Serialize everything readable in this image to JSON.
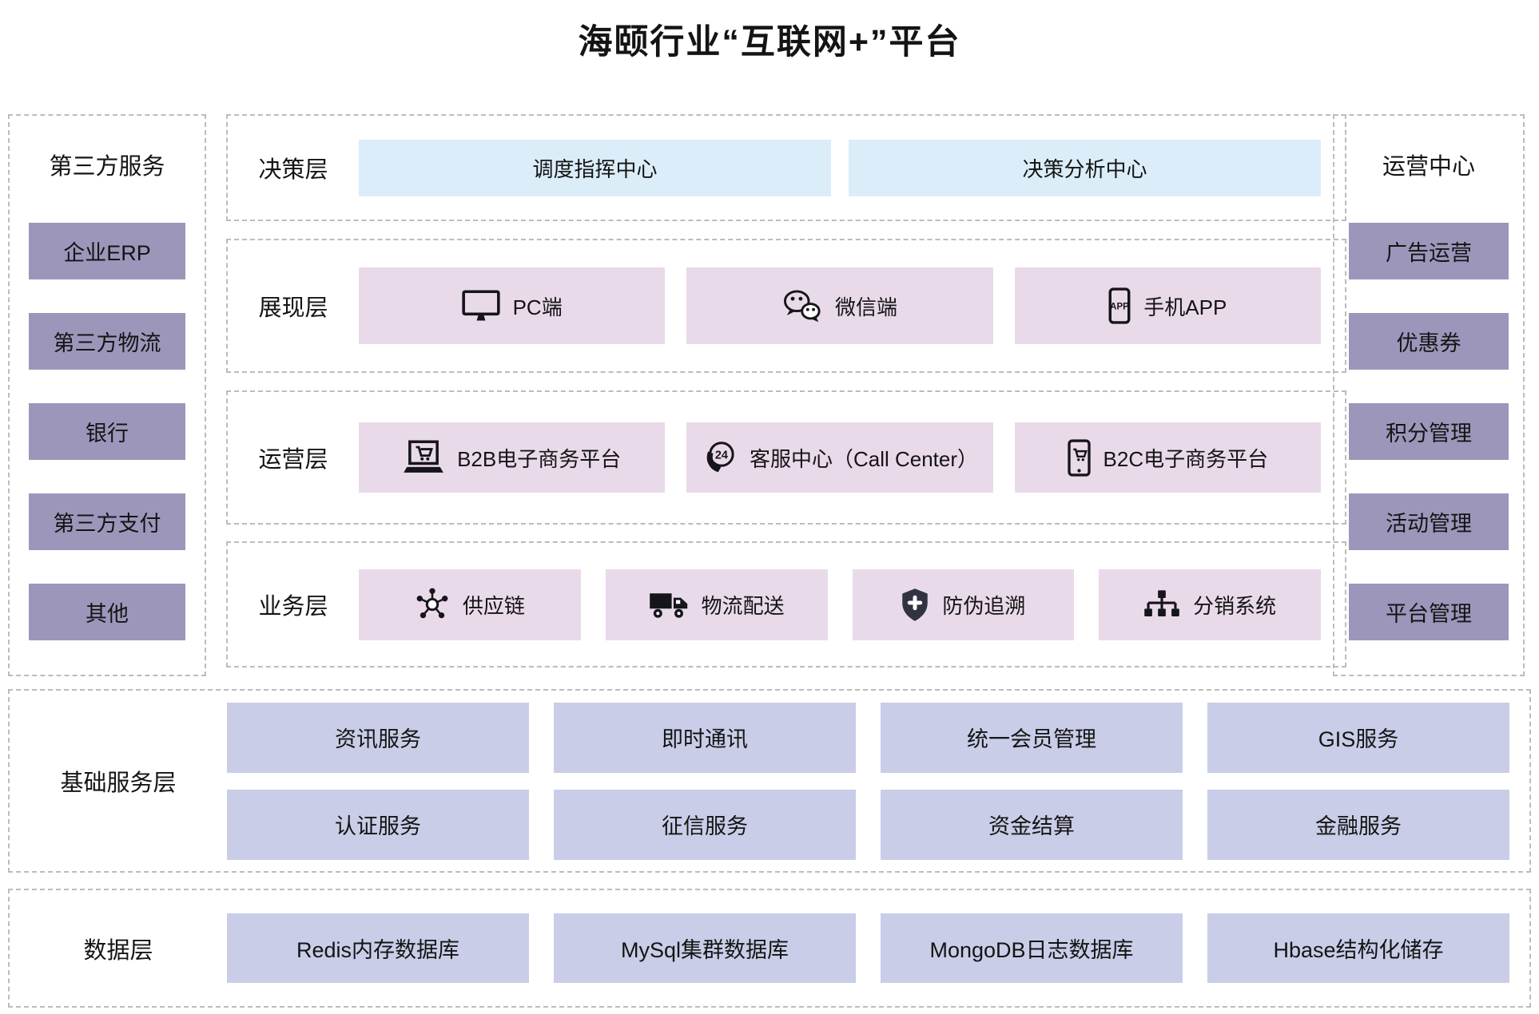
{
  "title": "海颐行业“互联网+”平台",
  "left_sidebar": {
    "title": "第三方服务",
    "items": [
      {
        "label": "企业ERP"
      },
      {
        "label": "第三方物流"
      },
      {
        "label": "银行"
      },
      {
        "label": "第三方支付"
      },
      {
        "label": "其他"
      }
    ]
  },
  "right_sidebar": {
    "title": "运营中心",
    "items": [
      {
        "label": "广告运营"
      },
      {
        "label": "优惠券"
      },
      {
        "label": "积分管理"
      },
      {
        "label": "活动管理"
      },
      {
        "label": "平台管理"
      }
    ]
  },
  "layers": {
    "decision": {
      "label": "决策层",
      "items": [
        {
          "label": "调度指挥中心"
        },
        {
          "label": "决策分析中心"
        }
      ]
    },
    "presentation": {
      "label": "展现层",
      "items": [
        {
          "label": "PC端",
          "icon": "monitor-icon"
        },
        {
          "label": "微信端",
          "icon": "wechat-icon"
        },
        {
          "label": "手机APP",
          "icon": "mobile-app-icon"
        }
      ]
    },
    "operation": {
      "label": "运营层",
      "items": [
        {
          "label": "B2B电子商务平台",
          "icon": "laptop-cart-icon"
        },
        {
          "label": "客服中心（Call Center）",
          "icon": "callcenter-24-icon"
        },
        {
          "label": "B2C电子商务平台",
          "icon": "phone-cart-icon"
        }
      ]
    },
    "business": {
      "label": "业务层",
      "items": [
        {
          "label": "供应链",
          "icon": "supply-chain-icon"
        },
        {
          "label": "物流配送",
          "icon": "delivery-truck-icon"
        },
        {
          "label": "防伪追溯",
          "icon": "anti-counterfeit-shield-icon"
        },
        {
          "label": "分销系统",
          "icon": "distribution-tree-icon"
        }
      ]
    }
  },
  "base_services": {
    "label": "基础服务层",
    "rows": [
      {
        "cells": [
          {
            "label": "资讯服务"
          },
          {
            "label": "即时通讯"
          },
          {
            "label": "统一会员管理"
          },
          {
            "label": "GIS服务"
          }
        ]
      },
      {
        "cells": [
          {
            "label": "认证服务"
          },
          {
            "label": "征信服务"
          },
          {
            "label": "资金结算"
          },
          {
            "label": "金融服务"
          }
        ]
      }
    ]
  },
  "data_layer": {
    "label": "数据层",
    "items": [
      {
        "label": "Redis内存数据库"
      },
      {
        "label": "MySql集群数据库"
      },
      {
        "label": "MongoDB日志数据库"
      },
      {
        "label": "Hbase结构化储存"
      }
    ]
  },
  "badges": {
    "app": "APP",
    "callcenter": "24"
  },
  "colors": {
    "sidebar_box": "#9C96BB",
    "decision_box": "#DBEDF8",
    "presentation_box": "#E9DAEA",
    "service_box": "#C9CDE7",
    "dashed_border": "#BCBCBC",
    "icon": "#15151A",
    "shield_fill": "#2F3440",
    "text": "#141414"
  }
}
